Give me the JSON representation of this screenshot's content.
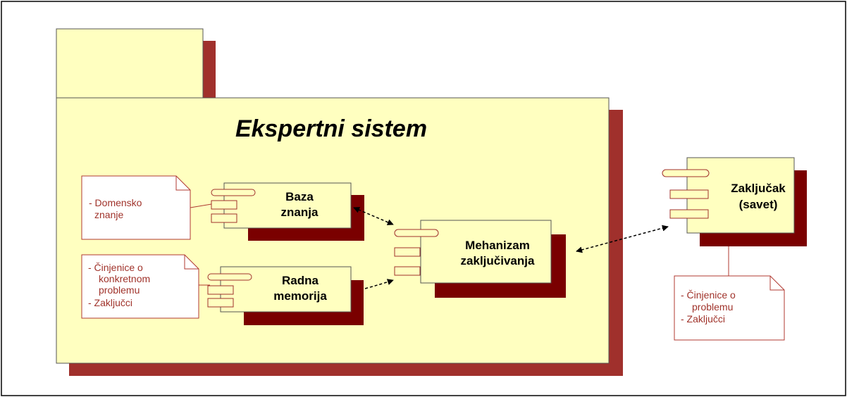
{
  "package": {
    "title": "Ekspertni sistem"
  },
  "components": {
    "baza": {
      "line1": "Baza",
      "line2": "znanja"
    },
    "radna": {
      "line1": "Radna",
      "line2": "memorija"
    },
    "mehanizam": {
      "line1": "Mehanizam",
      "line2": "zaključivanja"
    },
    "zakljucak": {
      "line1": "Zaključak",
      "line2": "(savet)"
    }
  },
  "notes": {
    "domensko": {
      "lines": [
        "- Domensko",
        "znanje"
      ]
    },
    "cinjenice_konkretnom": {
      "lines": [
        "- Činjenice o",
        "konkretnom",
        "problemu",
        "- Zaključci"
      ]
    },
    "cinjenice_problemu": {
      "lines": [
        "- Činjenice o",
        "problemu",
        "- Zaključci"
      ]
    }
  },
  "colors": {
    "fill": "#ffffc0",
    "shadow": "#a0302c",
    "component_shadow": "#7a0000",
    "note_text": "#a0332b",
    "note_border": "#b03a32"
  }
}
